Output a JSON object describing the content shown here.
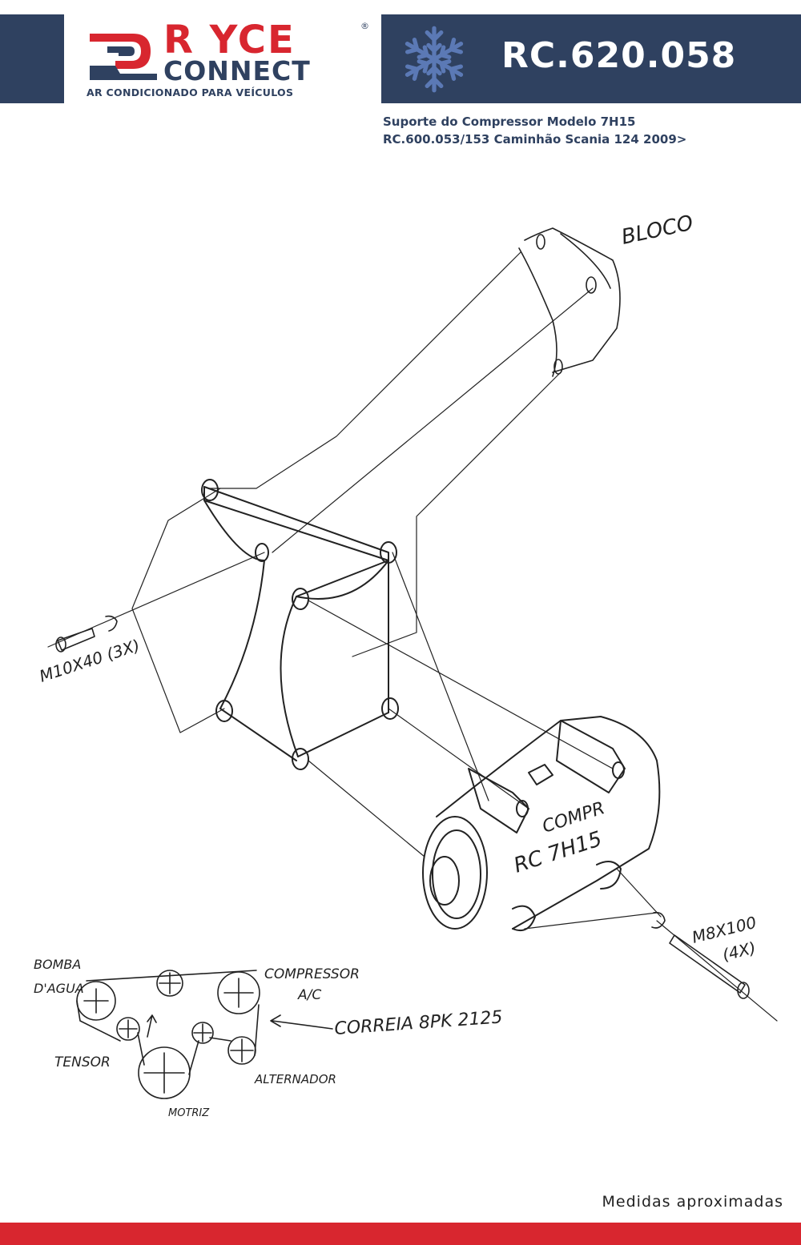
{
  "brand": {
    "name_top": "R YCE",
    "name_bottom": "CONNECT",
    "tagline": "AR CONDICIONADO PARA VEÍCULOS",
    "registered_mark": "®",
    "colors": {
      "navy": "#2f4160",
      "red": "#d8262f",
      "snowflake": "#5b79b5"
    }
  },
  "header": {
    "code": "RC.620.058",
    "icon": "snowflake-icon"
  },
  "description": {
    "line1": "Suporte do Compressor Modelo 7H15",
    "line2": "RC.600.053/153 Caminhão Scania 124 2009>"
  },
  "drawing": {
    "labels": {
      "bloco": "BLOCO",
      "bolt_left": "M10X40 (3X)",
      "compressor_line1": "COMPR",
      "compressor_line2": "RC 7H15",
      "bolt_right_line1": "M8X100",
      "bolt_right_line2": "(4X)"
    },
    "belt_labels": {
      "bomba_line1": "BOMBA",
      "bomba_line2": "D'AGUA",
      "compressor_line1": "COMPRESSOR",
      "compressor_line2": "A/C",
      "correia": "CORREIA  8PK 2125",
      "tensor": "TENSOR",
      "alternador": "ALTERNADOR",
      "motriz": "MOTRIZ"
    }
  },
  "footer": {
    "note": "Medidas aproximadas"
  }
}
